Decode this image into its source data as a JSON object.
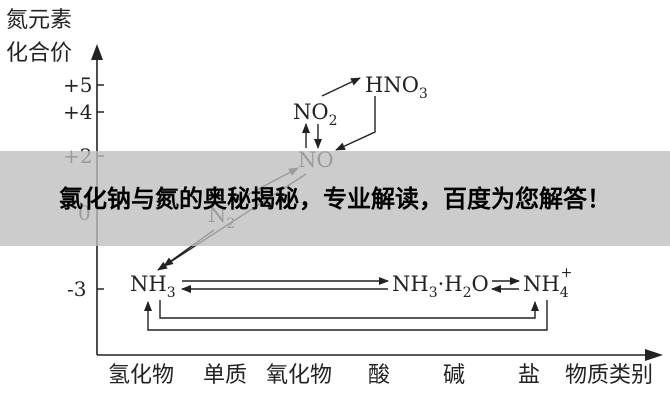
{
  "diagram": {
    "y_axis_title_line1": "氮元素",
    "y_axis_title_line2": "化合价",
    "x_axis_title": "物质类别",
    "y_ticks": [
      "+5",
      "+4",
      "+2",
      "0",
      "-3"
    ],
    "x_categories": [
      "氢化物",
      "单质",
      "氧化物",
      "酸",
      "碱",
      "盐"
    ],
    "species": {
      "hno3": {
        "main": "HNO",
        "sub": "3"
      },
      "no2": {
        "main": "NO",
        "sub": "2"
      },
      "no": {
        "main": "NO",
        "sub": ""
      },
      "n2": {
        "main": "N",
        "sub": "2"
      },
      "nh3": {
        "main": "NH",
        "sub": "3"
      },
      "nh3h2o": {
        "main": "NH",
        "sub1": "3",
        "mid": "·H",
        "sub2": "2",
        "end": "O"
      },
      "nh4": {
        "main": "NH",
        "sub": "4",
        "sup": "+"
      }
    }
  },
  "banner": {
    "title": "氯化钠与氮的奥秘揭秘，专业解读，百度为您解答！"
  },
  "colors": {
    "ink": "#222222",
    "banner_bg": "#bebebe"
  }
}
